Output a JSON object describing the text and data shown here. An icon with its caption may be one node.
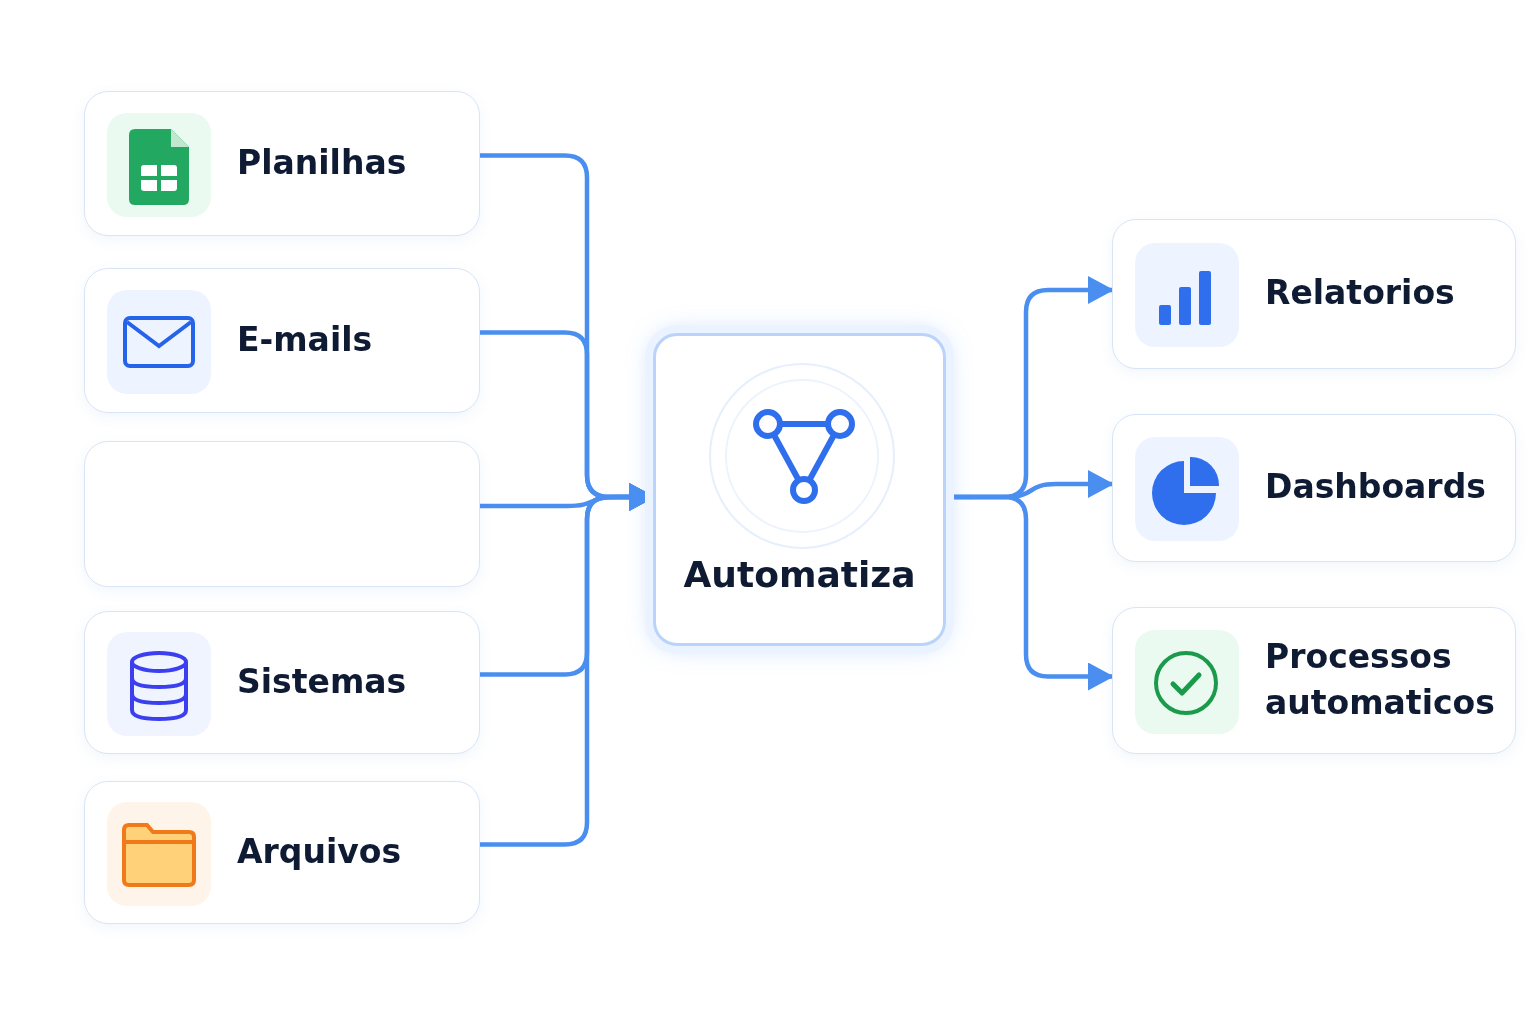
{
  "diagram": {
    "nodes": [
      {
        "text": [
          "Planilhas"
        ]
      },
      {
        "text": [
          "E-mails"
        ]
      },
      {
        "text": [],
        "shape": "box"
      },
      {
        "text": [
          "Sistemas"
        ]
      },
      {
        "text": [
          "Arquivos"
        ]
      },
      {
        "text": [
          "Automatiza"
        ]
      },
      {
        "text": [
          "Relatorios"
        ]
      },
      {
        "text": [
          "Dashboards"
        ]
      },
      {
        "text": [
          "Processos automaticos"
        ]
      }
    ],
    "edges": [
      {
        "from": 0,
        "to": 5,
        "arrow": "to"
      },
      {
        "from": 1,
        "to": 5,
        "arrow": "to"
      },
      {
        "from": 2,
        "to": 5,
        "arrow": "to"
      },
      {
        "from": 3,
        "to": 5,
        "arrow": "to"
      },
      {
        "from": 4,
        "to": 5,
        "arrow": "to"
      },
      {
        "from": 5,
        "to": 6,
        "arrow": "to"
      },
      {
        "from": 5,
        "to": 7,
        "arrow": "to"
      },
      {
        "from": 5,
        "to": 8,
        "arrow": "to"
      }
    ]
  }
}
